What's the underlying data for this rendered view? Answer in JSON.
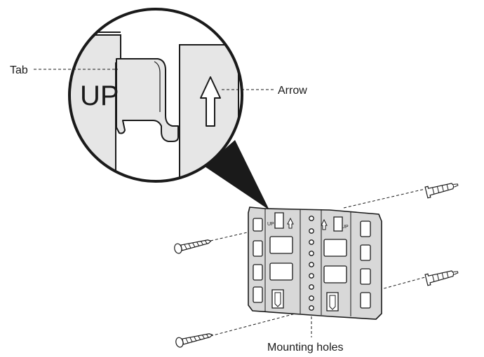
{
  "labels": {
    "tab": "Tab",
    "arrow": "Arrow",
    "mounting_holes": "Mounting holes"
  },
  "markings": {
    "up_zoom": "UP",
    "up_left": "UP",
    "up_right": "UP"
  },
  "colors": {
    "line": "#1a1a1a",
    "plate_fill": "#d8d8d8",
    "zoom_fill": "#e6e6e6",
    "background": "#ffffff"
  }
}
